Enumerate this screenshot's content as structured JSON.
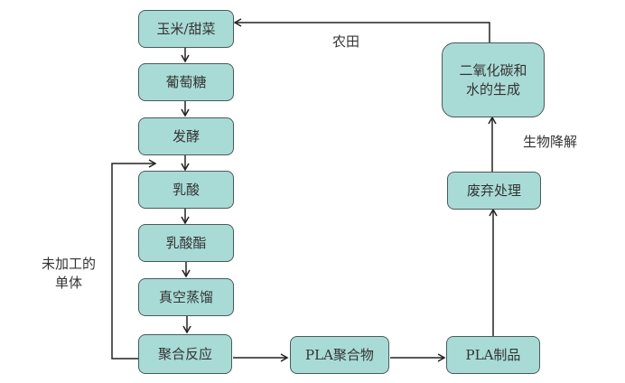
{
  "diagram": {
    "title": "PLA life cycle",
    "colors": {
      "box_fill": "#a9dbd6",
      "box_border": "#4a5a58",
      "line": "#222222"
    },
    "boxes": {
      "corn_beet": "玉米/甜菜",
      "glucose": "葡萄糖",
      "fermentation": "发酵",
      "lactic_acid": "乳酸",
      "lactate_ester": "乳酸酯",
      "vacuum_distillation": "真空蒸馏",
      "polymerization": "聚合反应",
      "pla_polymer": "PLA聚合物",
      "pla_products": "PLA制品",
      "disposal": "废弃处理",
      "co2_water": "二氧化碳和水的生成"
    },
    "labels": {
      "farmland": "农田",
      "biodegradation": "生物降解",
      "unprocessed_monomer_line1": "未加工的",
      "unprocessed_monomer_line2": "单体"
    }
  }
}
